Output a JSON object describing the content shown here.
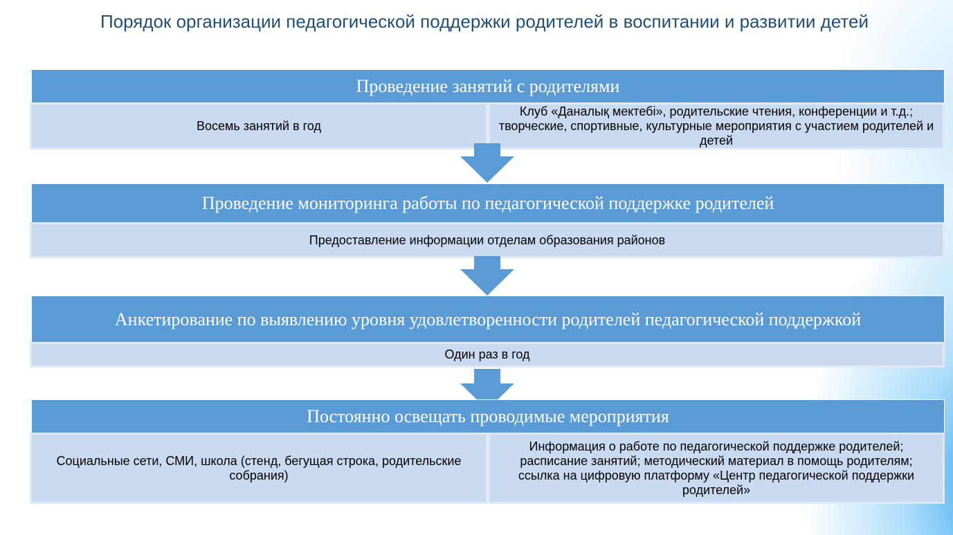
{
  "title": "Порядок организации педагогической поддержки родителей  в воспитании и развитии детей",
  "steps": [
    {
      "heading": "Проведение занятий с родителями",
      "cells": [
        "Восемь занятий в год",
        "Клуб «Даналық мектебі», родительские чтения, конференции и т.д.; творческие, спортивные, культурные мероприятия с участием родителей и детей"
      ]
    },
    {
      "heading": "Проведение мониторинга работы по педагогической поддержке родителей",
      "cells": [
        "Предоставление информации отделам образования районов"
      ]
    },
    {
      "heading": "Анкетирование по выявлению уровня удовлетворенности родителей педагогической поддержкой",
      "cells": [
        "Один раз в год"
      ]
    },
    {
      "heading": "Постоянно освещать проводимые мероприятия",
      "cells": [
        "Социальные сети, СМИ, школа (стенд, бегущая строка, родительские собрания)",
        "Информация о работе по педагогической поддержке родителей; расписание занятий; методический материал в помощь родителям; ссылка на цифровую платформу «Центр педагогической поддержки родителей»"
      ]
    }
  ],
  "colors": {
    "header_fill": "#5b9bd5",
    "cell_fill": "#c9d9ef",
    "title_text": "#1f4e79"
  }
}
